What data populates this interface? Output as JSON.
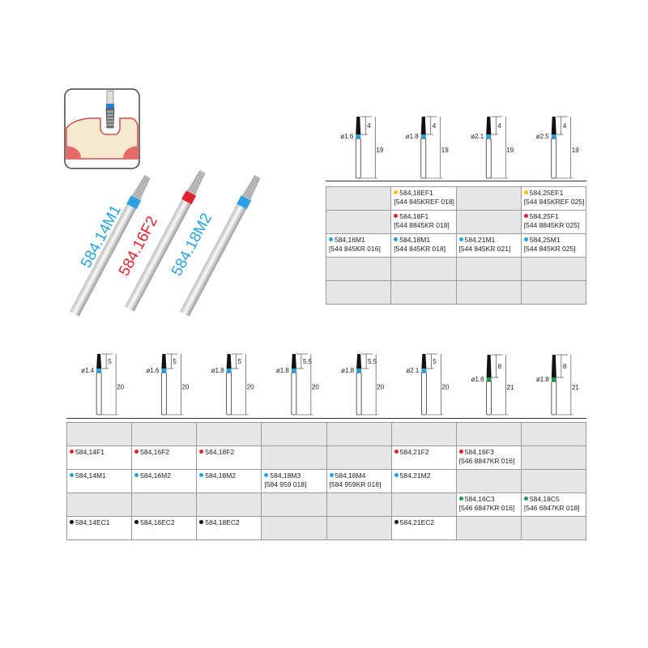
{
  "colors": {
    "red": "#e0242e",
    "blue": "#25a3dc",
    "yellow": "#f2c200",
    "green": "#1a9a4a",
    "black": "#111111"
  },
  "illustration": {
    "labels": [
      "584.14M1",
      "584.16F2",
      "584.18M2"
    ]
  },
  "top_burs": [
    {
      "dia": "ø1.6",
      "head": "4",
      "len": "19"
    },
    {
      "dia": "ø1.8",
      "head": "4",
      "len": "19"
    },
    {
      "dia": "ø2.1",
      "head": "4",
      "len": "19"
    },
    {
      "dia": "ø2.5",
      "head": "4",
      "len": "19"
    }
  ],
  "top_table": [
    [
      null,
      {
        "color": "yellow",
        "code": "584,18EF1",
        "sub": "[544 845KREF 018]"
      },
      null,
      {
        "color": "yellow",
        "code": "584,25EF1",
        "sub": "[544 845KREF 025]"
      }
    ],
    [
      null,
      {
        "color": "red",
        "code": "584,18F1",
        "sub": "[544 8845KR 018]"
      },
      null,
      {
        "color": "red",
        "code": "584,25F1",
        "sub": "[544 8845KR 025]"
      }
    ],
    [
      {
        "color": "blue",
        "code": "584,16M1",
        "sub": "[544 845KR 016]"
      },
      {
        "color": "blue",
        "code": "584,18M1",
        "sub": "[544 845KR 018]"
      },
      {
        "color": "blue",
        "code": "584,21M1",
        "sub": "[544 845KR 021]"
      },
      {
        "color": "blue",
        "code": "584,25M1",
        "sub": "[544 845KR 025]"
      }
    ],
    [
      null,
      null,
      null,
      null
    ],
    [
      null,
      null,
      null,
      null
    ]
  ],
  "bottom_burs": [
    {
      "dia": "ø1.4",
      "head": "5",
      "len": "20",
      "band": "blue"
    },
    {
      "dia": "ø1.6",
      "head": "5",
      "len": "20",
      "band": "blue"
    },
    {
      "dia": "ø1.8",
      "head": "5",
      "len": "20",
      "band": "blue"
    },
    {
      "dia": "ø1.8",
      "head": "5.5",
      "len": "20",
      "band": "blue"
    },
    {
      "dia": "ø1.8",
      "head": "5.5",
      "len": "20",
      "band": "blue"
    },
    {
      "dia": "ø2.1",
      "head": "5",
      "len": "20",
      "band": "blue"
    },
    {
      "dia": "ø1.6",
      "head": "8",
      "len": "21",
      "band": "green"
    },
    {
      "dia": "ø1.8",
      "head": "8",
      "len": "21",
      "band": "green"
    }
  ],
  "bottom_table": [
    [
      null,
      null,
      null,
      null,
      null,
      null,
      null,
      null
    ],
    [
      {
        "color": "red",
        "code": "584,14F1"
      },
      {
        "color": "red",
        "code": "584,16F2"
      },
      {
        "color": "red",
        "code": "584,18F2"
      },
      null,
      null,
      {
        "color": "red",
        "code": "584,21F2"
      },
      {
        "color": "red",
        "code": "584,16F3",
        "sub": "[546 8847KR 016]"
      },
      null
    ],
    [
      {
        "color": "blue",
        "code": "584,14M1"
      },
      {
        "color": "blue",
        "code": "584,16M2"
      },
      {
        "color": "blue",
        "code": "584,18M2"
      },
      {
        "color": "blue",
        "code": "584,18M3",
        "sub": "[584 959 018]"
      },
      {
        "color": "blue",
        "code": "584,18M4",
        "sub": "[584 959KR 018]"
      },
      {
        "color": "blue",
        "code": "584,21M2"
      },
      null,
      null
    ],
    [
      null,
      null,
      null,
      null,
      null,
      null,
      {
        "color": "green",
        "code": "584,16C3",
        "sub": "[546 6847KR 016]"
      },
      {
        "color": "green",
        "code": "584,18C5",
        "sub": "[546 6847KR 018]"
      }
    ],
    [
      {
        "color": "black",
        "code": "584,14EC1"
      },
      {
        "color": "black",
        "code": "584,16EC2"
      },
      {
        "color": "black",
        "code": "584,18EC2"
      },
      null,
      null,
      {
        "color": "black",
        "code": "584,21EC2"
      },
      null,
      null
    ]
  ]
}
